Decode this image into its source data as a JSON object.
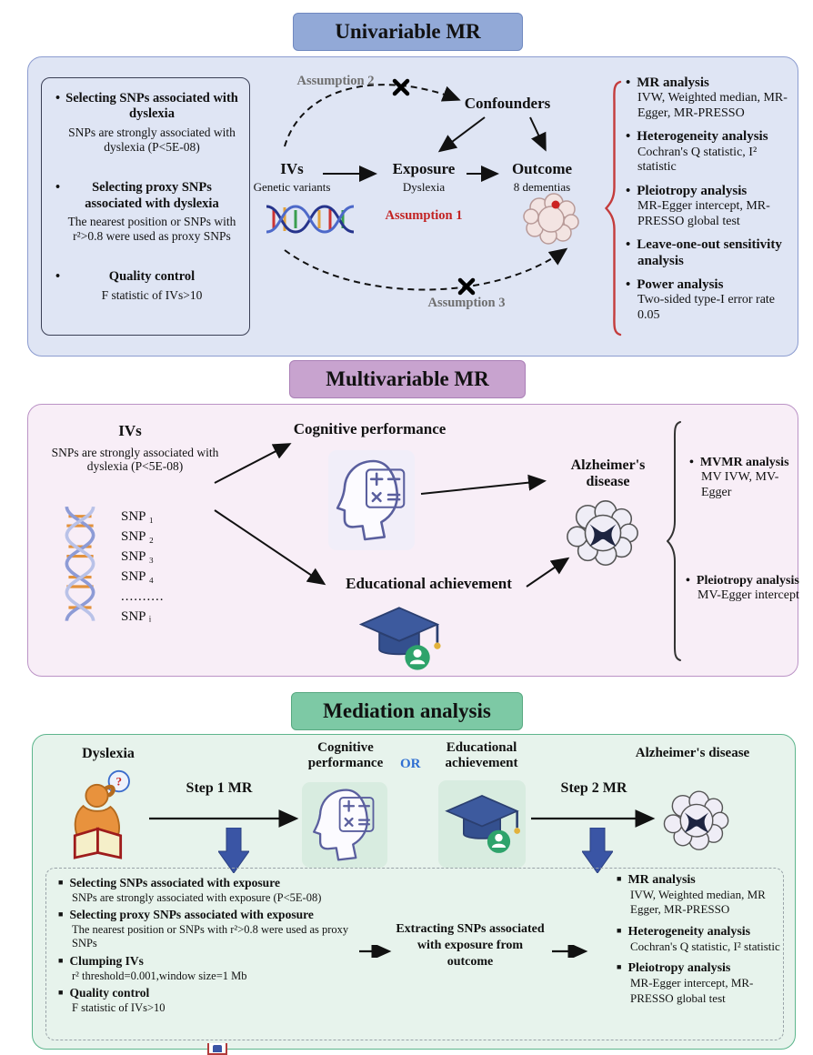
{
  "colors": {
    "univariable_accent": "#92a9d7",
    "multivariable_accent": "#c8a3cf",
    "mediation_accent": "#7dc9a5",
    "assumption_red": "#c22222",
    "step_arrow_blue": "#3a55a5",
    "or_blue": "#2f6fd2",
    "brace_red": "#c43c3c"
  },
  "icons": {
    "dna": "dna-helix-icon",
    "brain": "brain-icon",
    "cognitive": "head-math-icon",
    "education": "graduation-cap-icon",
    "dyslexia": "person-reading-icon",
    "cross": "x-mark-icon",
    "brace": "curly-brace",
    "step_arrow": "down-arrow-icon"
  },
  "uni": {
    "title": "Univariable MR",
    "left_box": {
      "items": [
        {
          "head": "Selecting SNPs associated with dyslexia",
          "body": "SNPs are strongly associated with dyslexia (P<5E-08)"
        },
        {
          "head": "Selecting proxy SNPs associated with dyslexia",
          "body": "The nearest position or SNPs with r²>0.8 were used as proxy SNPs"
        },
        {
          "head": "Quality control",
          "body": "F statistic of IVs>10"
        }
      ]
    },
    "diagram": {
      "assumption2": "Assumption 2",
      "confounders": "Confounders",
      "ivs": "IVs",
      "ivs_sub": "Genetic variants",
      "exposure": "Exposure",
      "exposure_sub": "Dyslexia",
      "assumption1": "Assumption 1",
      "outcome": "Outcome",
      "outcome_sub": "8 dementias",
      "assumption3": "Assumption 3"
    },
    "analyses": [
      {
        "head": "MR analysis",
        "body": "IVW, Weighted median, MR-Egger, MR-PRESSO"
      },
      {
        "head": "Heterogeneity analysis",
        "body": "Cochran's Q statistic, I² statistic"
      },
      {
        "head": "Pleiotropy analysis",
        "body": "MR-Egger intercept, MR-PRESSO global test"
      },
      {
        "head": "Leave-one-out sensitivity analysis",
        "body": ""
      },
      {
        "head": "Power analysis",
        "body": "Two-sided type-I error rate 0.05"
      }
    ]
  },
  "multi": {
    "title": "Multivariable MR",
    "ivs": "IVs",
    "ivs_sub": "SNPs are strongly associated with dyslexia (P<5E-08)",
    "snp_list": [
      "SNP ₁",
      "SNP ₂",
      "SNP ₃",
      "SNP ₄",
      "..........",
      "SNP ᵢ"
    ],
    "mediator_top": "Cognitive performance",
    "mediator_bottom": "Educational achievement",
    "outcome": "Alzheimer's disease",
    "analyses": [
      {
        "head": "MVMR analysis",
        "body": "MV IVW, MV-Egger"
      },
      {
        "head": "Pleiotropy analysis",
        "body": "MV-Egger intercept"
      }
    ]
  },
  "mediation": {
    "title": "Mediation analysis",
    "exposure": "Dyslexia",
    "step1": "Step 1 MR",
    "mediator_left": "Cognitive performance",
    "or": "OR",
    "mediator_right": "Educational achievement",
    "step2": "Step 2 MR",
    "outcome": "Alzheimer's disease",
    "selection_items": [
      {
        "head": "Selecting SNPs associated with exposure",
        "body": "SNPs are strongly associated with exposure (P<5E-08)"
      },
      {
        "head": "Selecting proxy SNPs associated with exposure",
        "body": "The nearest position or SNPs with r²>0.8 were used as proxy SNPs"
      },
      {
        "head": "Clumping IVs",
        "body": "r² threshold=0.001,window size=1 Mb"
      },
      {
        "head": "Quality control",
        "body": "F statistic of IVs>10"
      }
    ],
    "extract": "Extracting SNPs associated with exposure from outcome",
    "analyses": [
      {
        "head": "MR analysis",
        "body": "IVW, Weighted median, MR Egger, MR-PRESSO"
      },
      {
        "head": "Heterogeneity analysis",
        "body": "Cochran's Q statistic, I² statistic"
      },
      {
        "head": "Pleiotropy analysis",
        "body": "MR-Egger intercept, MR-PRESSO global test"
      }
    ]
  }
}
